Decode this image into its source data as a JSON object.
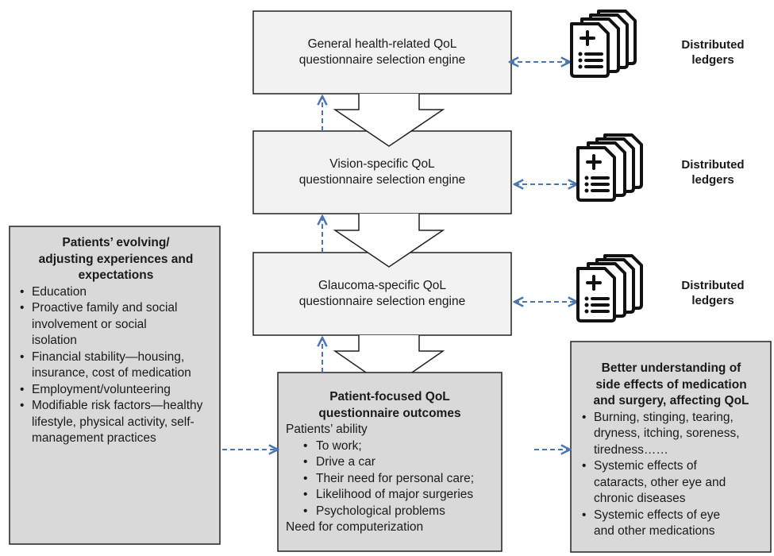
{
  "engines": [
    {
      "label": "General health-related QoL\nquestionnaire selection engine"
    },
    {
      "label": "Vision-specific QoL\nquestionnaire selection engine"
    },
    {
      "label": "Glaucoma-specific QoL\nquestionnaire selection engine"
    }
  ],
  "ledgers": [
    {
      "label": "Distributed\nledgers",
      "icon": "document-stack-icon"
    },
    {
      "label": "Distributed\nledgers",
      "icon": "document-stack-icon"
    },
    {
      "label": "Distributed\nledgers",
      "icon": "document-stack-icon"
    }
  ],
  "left_box": {
    "title": "Patients’ evolving/\nadjusting experiences and\nexpectations",
    "items": [
      "Education",
      "Proactive family and social involvement or social isolation",
      "Financial stability—housing, insurance, cost of medication",
      "Employment/volunteering",
      "Modifiable risk factors—healthy lifestyle, physical activity, self-management practices"
    ]
  },
  "center_box": {
    "title": "Patient-focused QoL\nquestionnaire outcomes",
    "intro": "Patients’ ability",
    "items": [
      "To work;",
      "Drive a car",
      "Their need for personal care;",
      "Likelihood of major surgeries",
      "Psychological problems"
    ],
    "footer": "Need for computerization"
  },
  "right_box": {
    "title": "Better understanding of\nside effects of medication\nand surgery, affecting QoL",
    "items": [
      "Burning, stinging, tearing, dryness, itching, soreness, tiredness……",
      "Systemic effects of cataracts, other eye and chronic diseases",
      "Systemic effects of eye and other medications"
    ]
  },
  "colors": {
    "engine_fill": "#f2f2f2",
    "box_fill": "#d9d9d9",
    "connector_blue": "#4a77b4",
    "stroke": "#222222"
  }
}
